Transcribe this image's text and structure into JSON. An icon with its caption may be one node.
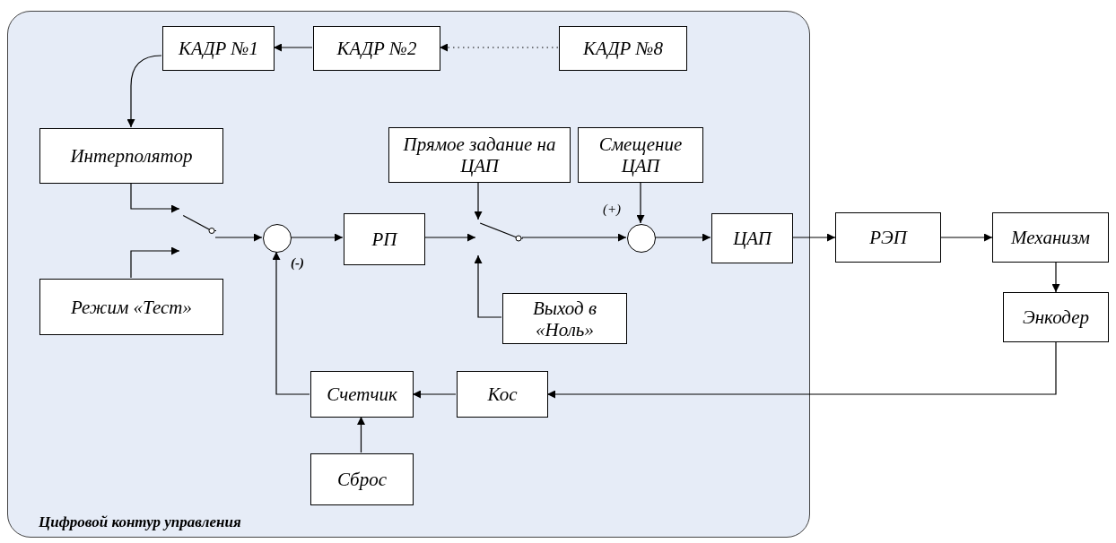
{
  "diagram": {
    "nodes": [
      {
        "text": [
          "Цифровой контур управления"
        ]
      },
      {
        "text": [
          "КАДР №1"
        ],
        "in": 0
      },
      {
        "text": [
          "КАДР №2"
        ],
        "in": 0
      },
      {
        "text": [
          "КАДР №8"
        ],
        "in": 0
      },
      {
        "text": [
          "Интерполятор"
        ],
        "in": 0
      },
      {
        "text": [
          "Режим «Тест»"
        ],
        "in": 0
      },
      {
        "text": [],
        "shape": "switch",
        "in": 0
      },
      {
        "text": [],
        "shape": "circle",
        "in": 0
      },
      {
        "text": [
          "РП"
        ],
        "in": 0
      },
      {
        "text": [
          "Прямое задание на ЦАП"
        ],
        "in": 0
      },
      {
        "text": [],
        "shape": "switch",
        "in": 0
      },
      {
        "text": [
          "Выход в «Ноль»"
        ],
        "in": 0
      },
      {
        "text": [
          "Смещение ЦАП"
        ],
        "in": 0
      },
      {
        "text": [],
        "shape": "circle",
        "in": 0
      },
      {
        "text": [
          "ЦАП"
        ],
        "in": 0
      },
      {
        "text": [
          "РЭП"
        ]
      },
      {
        "text": [
          "Механизм"
        ]
      },
      {
        "text": [
          "Энкодер"
        ]
      },
      {
        "text": [
          "Кос"
        ],
        "in": 0
      },
      {
        "text": [
          "Счетчик"
        ],
        "in": 0
      },
      {
        "text": [
          "Сброс"
        ],
        "in": 0
      }
    ],
    "edges": [
      {
        "from": 2,
        "to": 1,
        "arrow": "to"
      },
      {
        "from": 3,
        "to": 2,
        "arrow": "to",
        "style": "dashed"
      },
      {
        "from": 1,
        "to": 4,
        "arrow": "to"
      },
      {
        "from": 4,
        "to": 6,
        "arrow": "to"
      },
      {
        "from": 5,
        "to": 6,
        "arrow": "to"
      },
      {
        "from": 6,
        "to": 7,
        "arrow": "to"
      },
      {
        "from": 7,
        "to": 8,
        "arrow": "to"
      },
      {
        "from": 8,
        "to": 10,
        "arrow": "to"
      },
      {
        "from": 9,
        "to": 10,
        "arrow": "to"
      },
      {
        "from": 11,
        "to": 10,
        "arrow": "to"
      },
      {
        "from": 10,
        "to": 13,
        "arrow": "to"
      },
      {
        "from": 12,
        "to": 13,
        "arrow": "to"
      },
      {
        "from": 13,
        "to": 14,
        "arrow": "to"
      },
      {
        "from": 14,
        "to": 15,
        "arrow": "to"
      },
      {
        "from": 15,
        "to": 16,
        "arrow": "to"
      },
      {
        "from": 16,
        "to": 17,
        "arrow": "to"
      },
      {
        "from": 17,
        "to": 18,
        "arrow": "to"
      },
      {
        "from": 18,
        "to": 19,
        "arrow": "to"
      },
      {
        "from": 20,
        "to": 19,
        "arrow": "to"
      },
      {
        "from": 19,
        "to": 7,
        "arrow": "to"
      }
    ],
    "labels": [
      "(-)",
      "(+)"
    ]
  }
}
